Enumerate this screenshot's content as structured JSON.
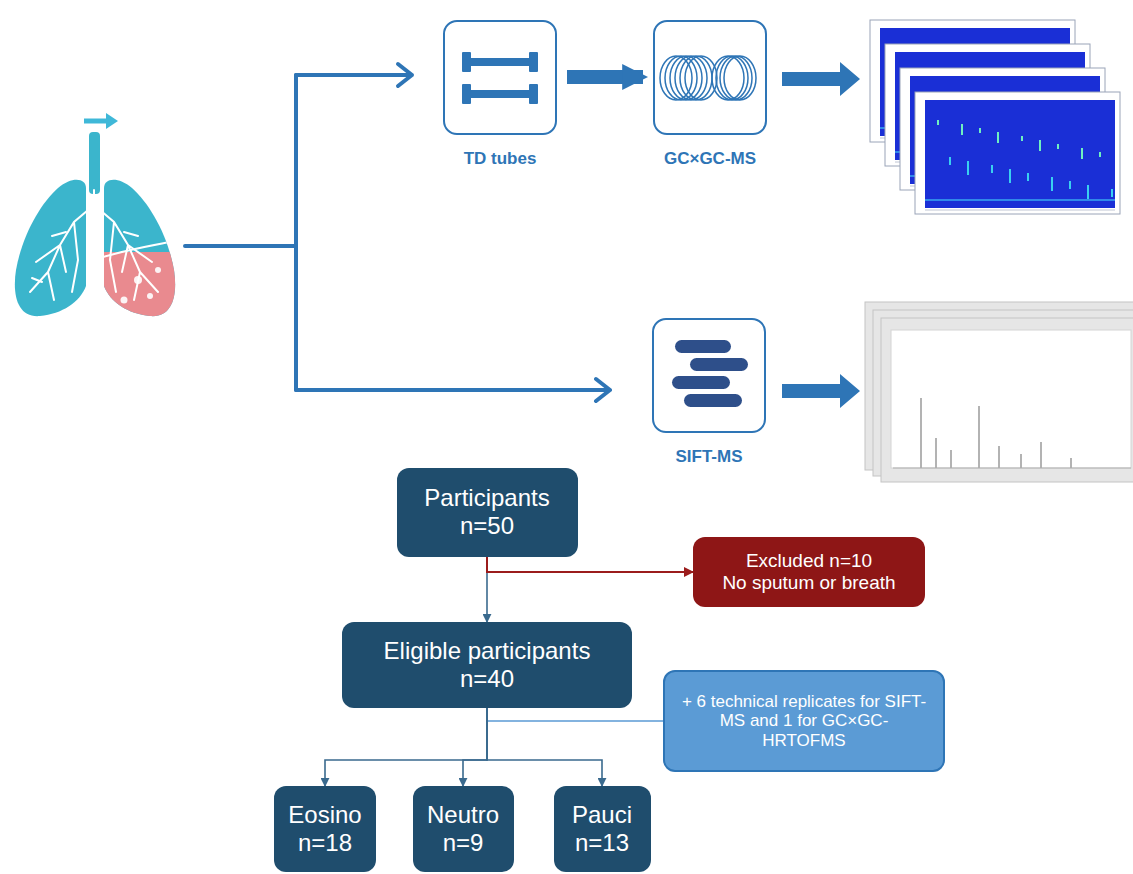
{
  "diagram": {
    "nodes": [
      {
        "text": [
          "TD tubes"
        ]
      },
      {
        "text": [
          "GC×GC-MS"
        ]
      },
      {
        "text": [
          "SIFT-MS"
        ]
      },
      {
        "text": [
          "Participants",
          "n=50"
        ]
      },
      {
        "text": [
          "Excluded n=10",
          "No sputum or breath"
        ]
      },
      {
        "text": [
          "Eligible participants",
          "n=40"
        ]
      },
      {
        "text": [
          "+ 6 technical replicates for SIFT-MS and 1 for GC×GC-HRTOFMS"
        ]
      },
      {
        "text": [
          "Eosino",
          "n=18"
        ]
      },
      {
        "text": [
          "Neutro",
          "n=9"
        ]
      },
      {
        "text": [
          "Pauci",
          "n=13"
        ]
      }
    ],
    "edges": [
      {
        "from": 0,
        "to": 1,
        "arrow": "to"
      },
      {
        "from": 3,
        "to": 5,
        "arrow": "to"
      },
      {
        "from": 3,
        "to": 4,
        "arrow": "to"
      },
      {
        "from": 5,
        "to": 6,
        "arrow": "none"
      },
      {
        "from": 5,
        "to": 7,
        "arrow": "to"
      },
      {
        "from": 5,
        "to": 8,
        "arrow": "to"
      },
      {
        "from": 5,
        "to": 9,
        "arrow": "to"
      }
    ]
  }
}
